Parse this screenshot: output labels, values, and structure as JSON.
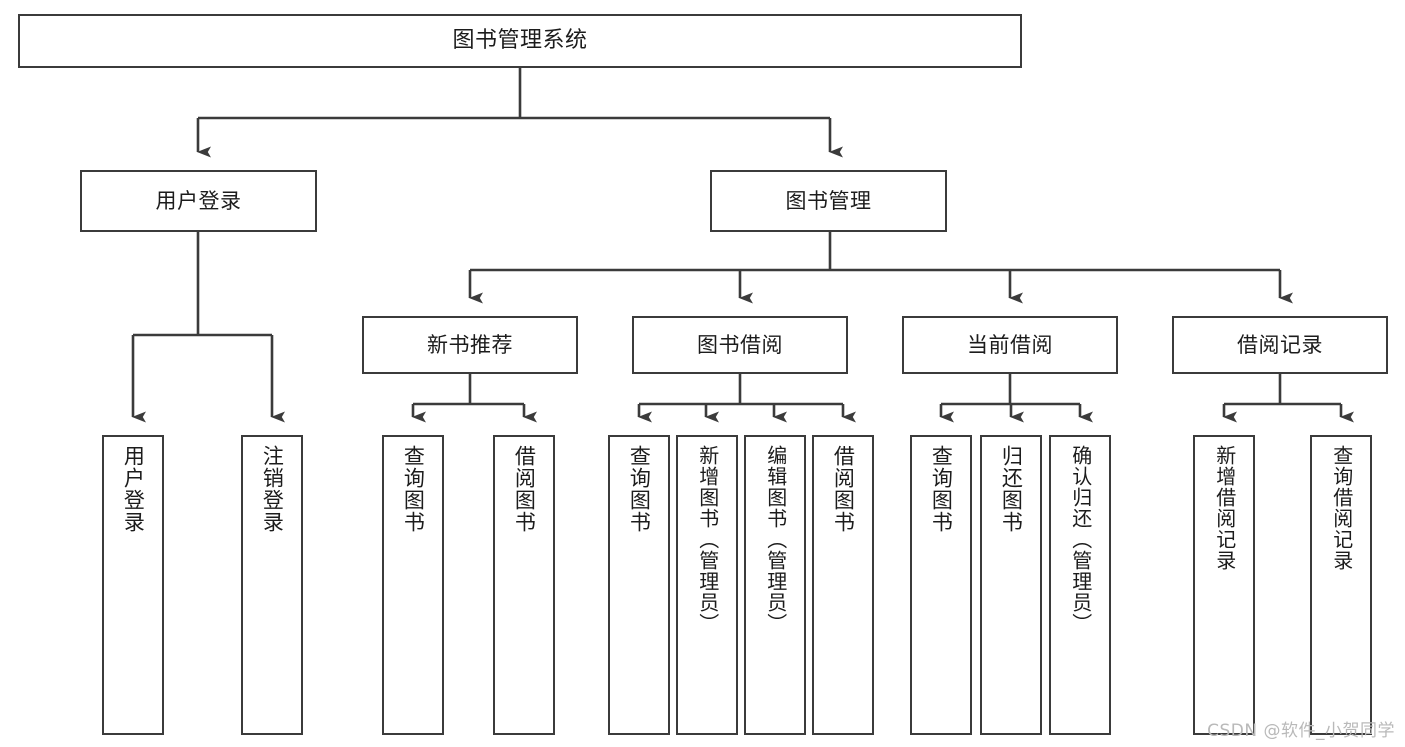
{
  "diagram": {
    "title": "图书管理系统",
    "watermark": "CSDN @软件_小贺同学",
    "colors": {
      "background": "#ffffff",
      "border": "#3b3b3b",
      "line": "#3b3b3b",
      "text": "#1c1c1c",
      "watermark": "#b9b9b9"
    },
    "nodes": {
      "root": {
        "label": "图书管理系统"
      },
      "level1": [
        {
          "id": "user-login",
          "label": "用户登录"
        },
        {
          "id": "book-manage",
          "label": "图书管理"
        }
      ],
      "level2": [
        {
          "id": "new-book-rec",
          "label": "新书推荐"
        },
        {
          "id": "book-borrow",
          "label": "图书借阅"
        },
        {
          "id": "current-borrow",
          "label": "当前借阅"
        },
        {
          "id": "borrow-record",
          "label": "借阅记录"
        }
      ],
      "leaves": {
        "user-login": [
          {
            "id": "leaf-user-login",
            "label": "用户登录"
          },
          {
            "id": "leaf-user-logout",
            "label": "注销登录"
          }
        ],
        "new-book-rec": [
          {
            "id": "leaf-query-book-1",
            "label": "查询图书"
          },
          {
            "id": "leaf-borrow-book-1",
            "label": "借阅图书"
          }
        ],
        "book-borrow": [
          {
            "id": "leaf-query-book-2",
            "label": "查询图书"
          },
          {
            "id": "leaf-add-book",
            "label": "新增图书（管理员）"
          },
          {
            "id": "leaf-edit-book",
            "label": "编辑图书（管理员）"
          },
          {
            "id": "leaf-borrow-book-2",
            "label": "借阅图书"
          }
        ],
        "current-borrow": [
          {
            "id": "leaf-query-book-3",
            "label": "查询图书"
          },
          {
            "id": "leaf-return-book",
            "label": "归还图书"
          },
          {
            "id": "leaf-confirm-return",
            "label": "确认归还（管理员）"
          }
        ],
        "borrow-record": [
          {
            "id": "leaf-add-record",
            "label": "新增借阅记录"
          },
          {
            "id": "leaf-query-record",
            "label": "查询借阅记录"
          }
        ]
      }
    }
  }
}
